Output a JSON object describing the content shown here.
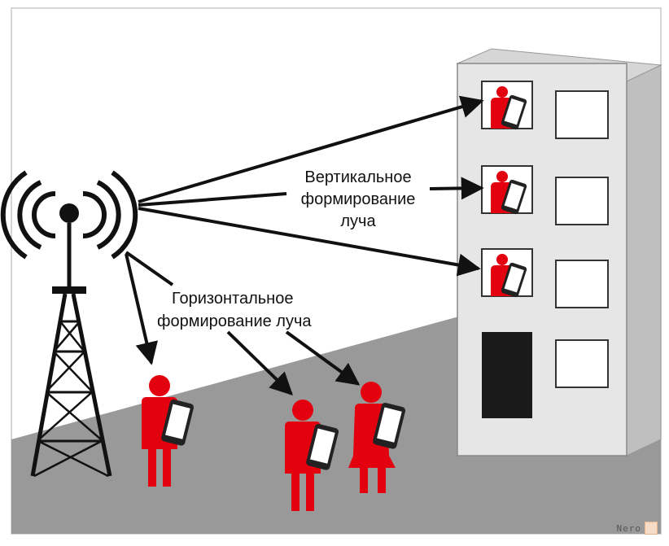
{
  "labels": {
    "vertical": [
      "Вертикальное",
      "формирование",
      "луча"
    ],
    "horizontal": [
      "Горизонтальное",
      "формирование луча"
    ]
  },
  "watermark": "Nero",
  "colors": {
    "person": "#e3000f",
    "ground": "#999999",
    "sky": "#ffffff",
    "building_front": "#e6e6e6",
    "building_side": "#bfbfbf",
    "door": "#1a1a1a",
    "tower": "#111111",
    "arrow": "#111111"
  },
  "icons": {
    "tower": "cell-tower-icon",
    "person": "person-with-phone-icon",
    "phone": "smartphone-icon"
  }
}
